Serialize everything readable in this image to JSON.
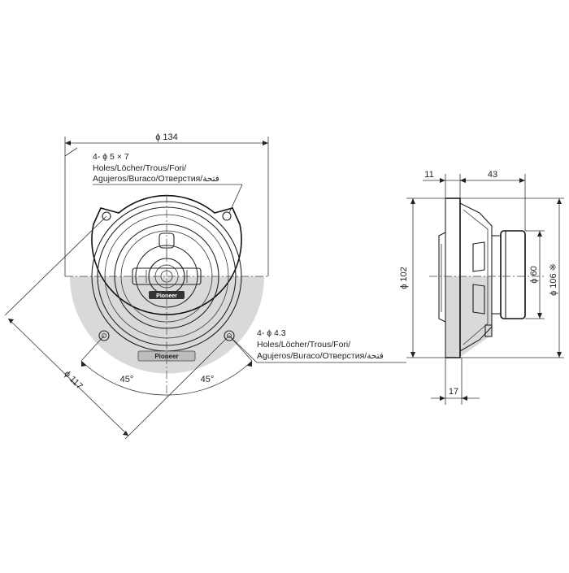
{
  "front_view": {
    "overall_diameter": "ϕ 134",
    "cutout_diameter": "ϕ 117",
    "angle_left": "45°",
    "angle_right": "45°",
    "slot_holes": {
      "spec": "4- ϕ 5 × 7",
      "line1": "Holes/Löcher/Trous/Fori/",
      "line2": "Agujeros/Buraco/Отверстия/فتحة"
    },
    "screw_holes": {
      "spec": "4- ϕ 4.3",
      "line1": "Holes/Löcher/Trous/Fori/",
      "line2": "Agujeros/Buraco/Отверстия/فتحة"
    },
    "brand_center": "Pioneer",
    "brand_rim": "Pioneer"
  },
  "side_view": {
    "flange_depth": "11",
    "magnet_depth": "43",
    "mount_depth": "17",
    "mount_diameter": "ϕ 102",
    "magnet_diameter": "ϕ 60",
    "frame_diameter": "ϕ 106 ※"
  }
}
